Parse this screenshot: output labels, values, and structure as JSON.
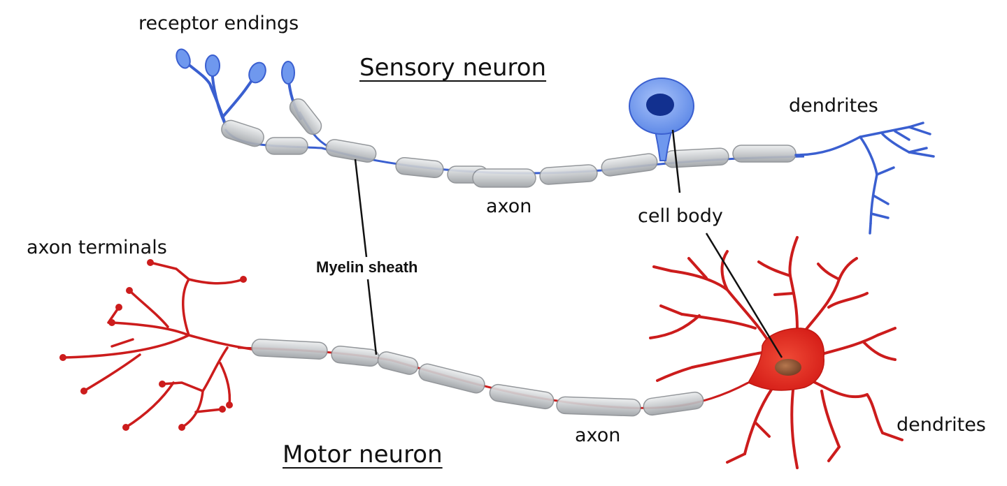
{
  "sensory": {
    "title": "Sensory neuron",
    "receptor_label": "receptor endings",
    "dendrites_label": "dendrites",
    "axon_label": "axon",
    "cell_body_label": "cell body"
  },
  "motor": {
    "title": "Motor neuron",
    "terminals_label": "axon terminals",
    "axon_label": "axon",
    "dendrites_label": "dendrites"
  },
  "shared": {
    "myelin_label": "Myelin sheath"
  },
  "colors": {
    "sensory_blue": "#3a5fd0",
    "sensory_body": "#6f98ee",
    "sensory_nucleus": "#12308f",
    "motor_red": "#cc1c1c",
    "motor_body": "#e8261e",
    "motor_nucleus": "#8a4a2e",
    "myelin_gray": "#c9ccd0"
  }
}
